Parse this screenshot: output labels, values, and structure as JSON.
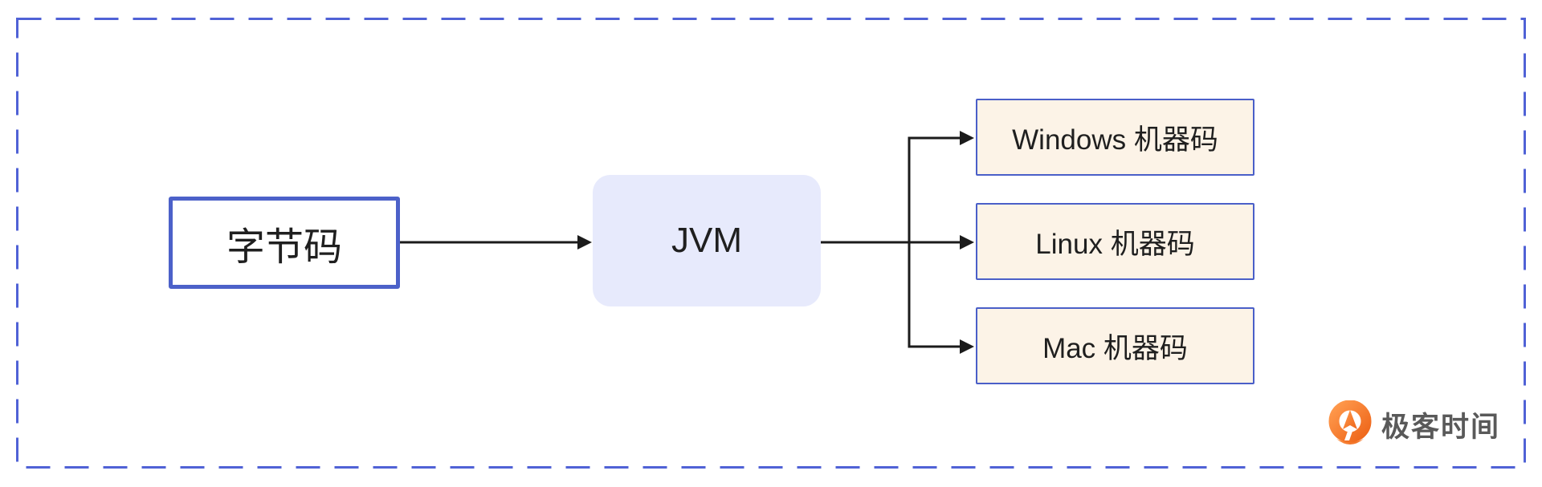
{
  "diagram": {
    "source": {
      "label": "字节码"
    },
    "engine": {
      "label": "JVM"
    },
    "targets": [
      {
        "label": "Windows 机器码"
      },
      {
        "label": "Linux 机器码"
      },
      {
        "label": "Mac 机器码"
      }
    ]
  },
  "branding": {
    "logo_text": "极客时间",
    "logo_icon": "geektime-icon"
  },
  "colors": {
    "frame_dash_blue": "#5062d6",
    "node_border_blue": "#4c61c9",
    "engine_fill": "#e7eafc",
    "target_fill": "#fcf3e7",
    "arrow_black": "#1b1b1b",
    "logo_orange": "#f26f21",
    "logo_orange_light": "#ff9a4d",
    "logo_text_gray": "#595959",
    "label_text": "#1f1f1f"
  }
}
